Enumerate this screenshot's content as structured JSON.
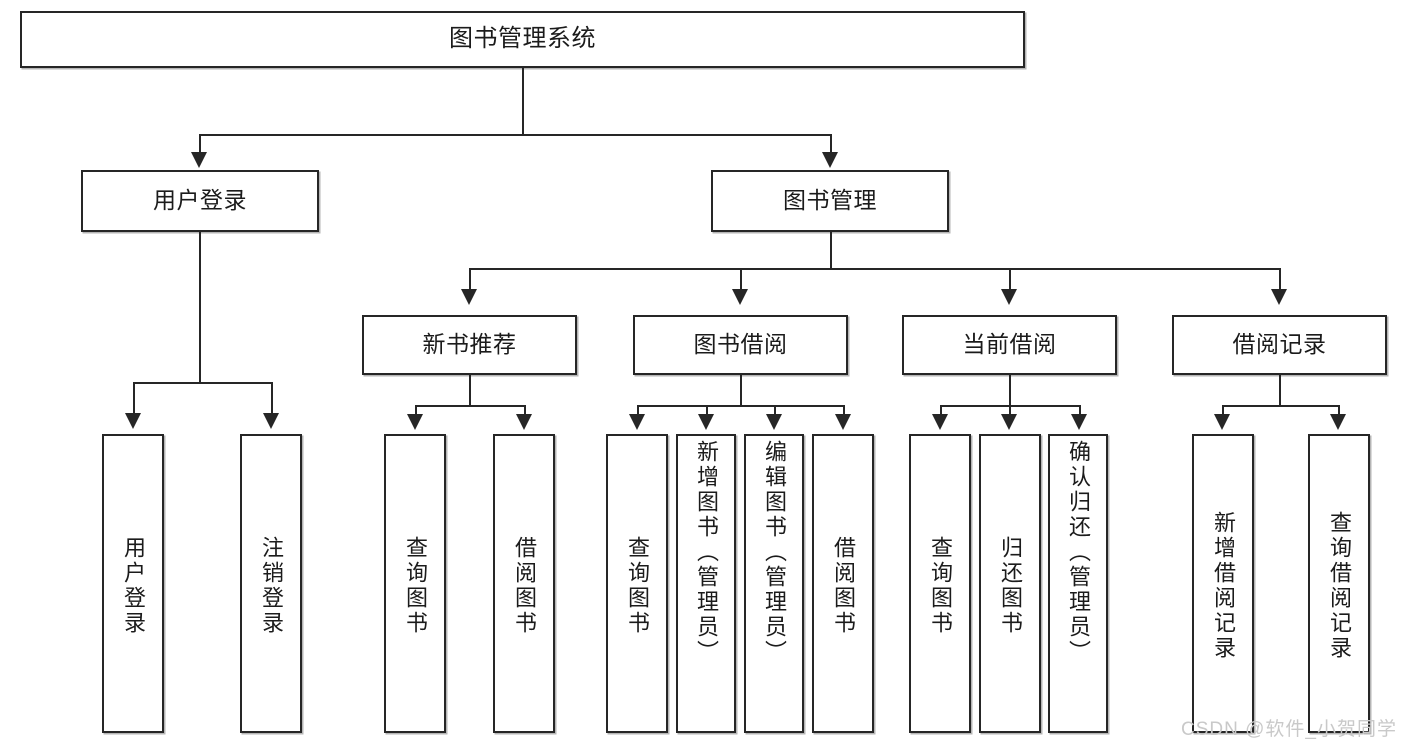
{
  "diagram": {
    "type": "tree-hierarchy-chart",
    "title": "图书管理系统",
    "orientation": "top-down",
    "line_color": "#262626",
    "box_fill": "#ffffff",
    "text_color": "#1b1b1b",
    "levels": 4
  },
  "nodes": {
    "root": {
      "label": "图书管理系统",
      "level": 1
    },
    "l2": [
      {
        "label": "用户登录",
        "level": 2
      },
      {
        "label": "图书管理",
        "level": 2
      }
    ],
    "l3": [
      {
        "label": "新书推荐",
        "level": 3,
        "parent": "图书管理"
      },
      {
        "label": "图书借阅",
        "level": 3,
        "parent": "图书管理"
      },
      {
        "label": "当前借阅",
        "level": 3,
        "parent": "图书管理"
      },
      {
        "label": "借阅记录",
        "level": 3,
        "parent": "图书管理"
      }
    ],
    "leaves_login": [
      {
        "label": "用户登录",
        "parent": "用户登录"
      },
      {
        "label": "注销登录",
        "parent": "用户登录"
      }
    ],
    "leaves_recommend": [
      {
        "label": "查询图书",
        "parent": "新书推荐"
      },
      {
        "label": "借阅图书",
        "parent": "新书推荐"
      }
    ],
    "leaves_borrow": [
      {
        "label": "查询图书",
        "parent": "图书借阅"
      },
      {
        "label": "新增图书（管理员）",
        "parent": "图书借阅"
      },
      {
        "label": "编辑图书（管理员）",
        "parent": "图书借阅"
      },
      {
        "label": "借阅图书",
        "parent": "图书借阅"
      }
    ],
    "leaves_current": [
      {
        "label": "查询图书",
        "parent": "当前借阅"
      },
      {
        "label": "归还图书",
        "parent": "当前借阅"
      },
      {
        "label": "确认归还（管理员）",
        "parent": "当前借阅"
      }
    ],
    "leaves_records": [
      {
        "label": "新增借阅记录",
        "parent": "借阅记录"
      },
      {
        "label": "查询借阅记录",
        "parent": "借阅记录"
      }
    ]
  },
  "watermark": {
    "text": "CSDN @软件_小贺同学"
  }
}
